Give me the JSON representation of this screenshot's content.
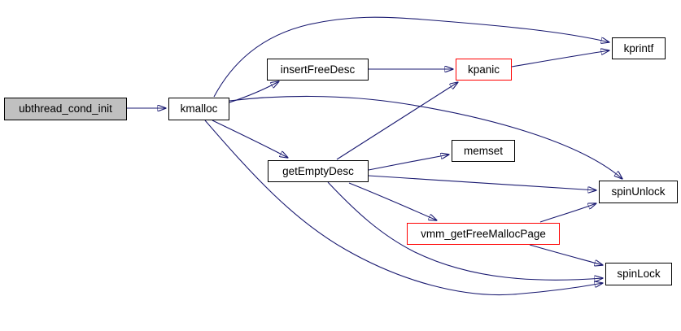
{
  "diagram": {
    "type": "call-graph",
    "background_color": "#ffffff",
    "edge_color": "#191970",
    "node_border_color": "#000000",
    "highlight_border_color": "#ff0000",
    "root_fill_color": "#c0c0c0",
    "nodes": [
      {
        "id": "ubthread_cond_init",
        "label": "ubthread_cond_init",
        "style": "root"
      },
      {
        "id": "kmalloc",
        "label": "kmalloc",
        "style": "normal"
      },
      {
        "id": "insertFreeDesc",
        "label": "insertFreeDesc",
        "style": "normal"
      },
      {
        "id": "kpanic",
        "label": "kpanic",
        "style": "red"
      },
      {
        "id": "kprintf",
        "label": "kprintf",
        "style": "normal"
      },
      {
        "id": "getEmptyDesc",
        "label": "getEmptyDesc",
        "style": "normal"
      },
      {
        "id": "memset",
        "label": "memset",
        "style": "normal"
      },
      {
        "id": "spinUnlock",
        "label": "spinUnlock",
        "style": "normal"
      },
      {
        "id": "vmm_getFreeMallocPage",
        "label": "vmm_getFreeMallocPage",
        "style": "red"
      },
      {
        "id": "spinLock",
        "label": "spinLock",
        "style": "normal"
      }
    ],
    "edges": [
      {
        "from": "ubthread_cond_init",
        "to": "kmalloc"
      },
      {
        "from": "kmalloc",
        "to": "insertFreeDesc"
      },
      {
        "from": "kmalloc",
        "to": "kprintf"
      },
      {
        "from": "kmalloc",
        "to": "spinUnlock"
      },
      {
        "from": "kmalloc",
        "to": "getEmptyDesc"
      },
      {
        "from": "kmalloc",
        "to": "spinLock"
      },
      {
        "from": "insertFreeDesc",
        "to": "kpanic"
      },
      {
        "from": "kpanic",
        "to": "kprintf"
      },
      {
        "from": "getEmptyDesc",
        "to": "kpanic"
      },
      {
        "from": "getEmptyDesc",
        "to": "memset"
      },
      {
        "from": "getEmptyDesc",
        "to": "spinUnlock"
      },
      {
        "from": "getEmptyDesc",
        "to": "vmm_getFreeMallocPage"
      },
      {
        "from": "getEmptyDesc",
        "to": "spinLock"
      },
      {
        "from": "vmm_getFreeMallocPage",
        "to": "spinUnlock"
      },
      {
        "from": "vmm_getFreeMallocPage",
        "to": "spinLock"
      }
    ]
  }
}
